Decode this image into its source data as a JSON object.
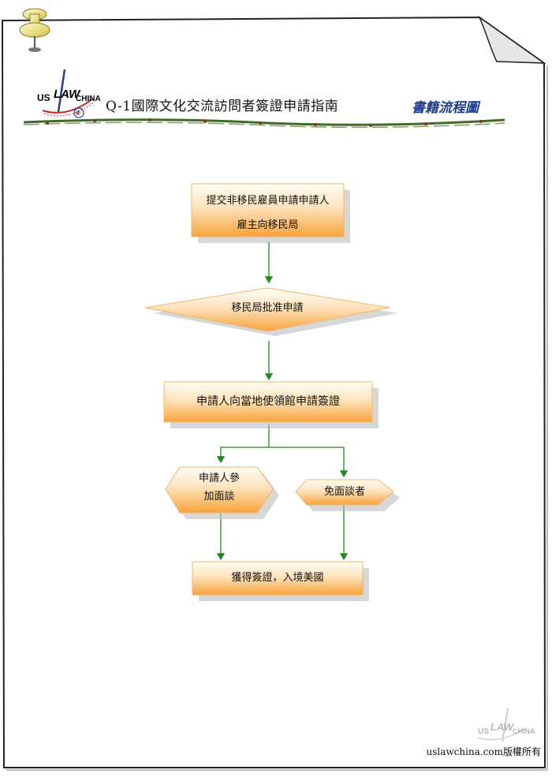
{
  "header": {
    "logo_text_left": "US",
    "logo_text_mid": "LAW",
    "logo_text_right": "CHINA",
    "logo_mark": "®",
    "title": "Q-1國際文化交流訪問者簽證申請指南",
    "section_label": "書籍流程圖"
  },
  "flow": {
    "step1_line1": "提交非移民雇員申請申請人",
    "step1_line2": "雇主向移民局",
    "decision": "移民局批准申請",
    "step2": "申請人向當地使領館申請簽證",
    "interview_line1": "申請人參",
    "interview_line2": "加面談",
    "no_interview": "免面談者",
    "final": "獲得簽證，入境美國"
  },
  "footer": {
    "watermark_left": "US",
    "watermark_mid": "LAW",
    "watermark_right": "CHINA",
    "copyright": "uslawchina.com版權所有"
  },
  "colors": {
    "box_top": "#fffdf5",
    "box_bottom": "#f7a23a",
    "box_border": "#f2b56a",
    "arrow": "#1e8a1e",
    "accent_blue": "#1f3c8c",
    "accent_red": "#c0302a"
  },
  "icons": [
    "pushpin-icon",
    "logo-icon",
    "watermark-logo-icon"
  ]
}
